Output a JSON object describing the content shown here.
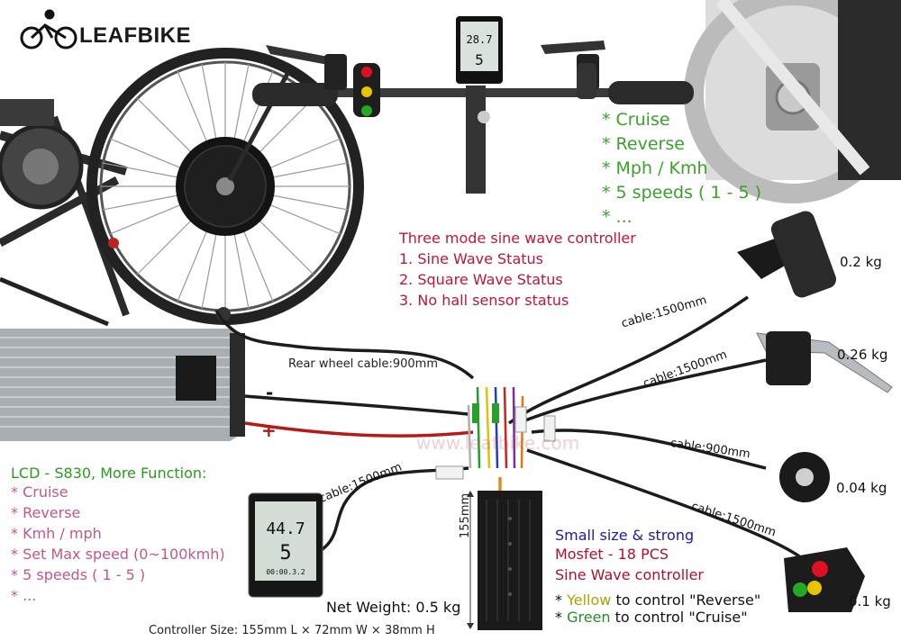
{
  "brand": {
    "name": "LEAFBIKE"
  },
  "lcd_features": {
    "items": [
      "* Cruise",
      "* Reverse",
      "* Mph / Kmh",
      "* 5 speeds ( 1 - 5 )",
      "* ..."
    ]
  },
  "controller_modes": {
    "title": "Three mode sine wave controller",
    "items": [
      "1. Sine Wave Status",
      "2. Square Wave Status",
      "3. No hall sensor status"
    ]
  },
  "lcd_info": {
    "title": "LCD - S830, More Function:",
    "items": [
      "* Cruise",
      "* Reverse",
      "* Kmh / mph",
      "* Set Max speed (0~100kmh)",
      "* 5 speeds ( 1 - 5 )",
      "* ..."
    ]
  },
  "controller_specs": {
    "line1": "Small size & strong",
    "line2": "Mosfet - 18 PCS",
    "line3": "Sine Wave controller",
    "yellow_prefix": "* ",
    "yellow_word": "Yellow",
    "yellow_rest": " to control \"Reverse\"",
    "green_prefix": "* ",
    "green_word": "Green",
    "green_rest": " to control \"Cruise\""
  },
  "weights": {
    "throttle": "0.2 kg",
    "brake": "0.26 kg",
    "pas": "0.04 kg",
    "switch": "0.1 kg",
    "net": "Net Weight: 0.5 kg"
  },
  "cables": {
    "rear_wheel": "Rear wheel cable:900mm",
    "throttle": "cable:1500mm",
    "brake": "cable:1500mm",
    "pas": "cable:900mm",
    "switch": "cable:1500mm",
    "lcd": "cable:1500mm"
  },
  "battery": {
    "minus": "-",
    "plus": "+"
  },
  "controller": {
    "height_label": "155mm",
    "size": "Controller Size: 155mm L × 72mm W × 38mm H"
  },
  "watermark": "www.leafbike.com",
  "display_top": {
    "speed": "28.7",
    "digit": "5"
  },
  "display_left": {
    "speed": "44.7",
    "digit": "5",
    "odo": "00:00.3.2"
  },
  "colors": {
    "green_text": "#3aa12b",
    "red_text": "#c0153a",
    "pink_text": "#c0588a",
    "blue_text": "#1a1ab0",
    "yellow_word": "#b0a000",
    "green_word": "#2a8a2a"
  }
}
